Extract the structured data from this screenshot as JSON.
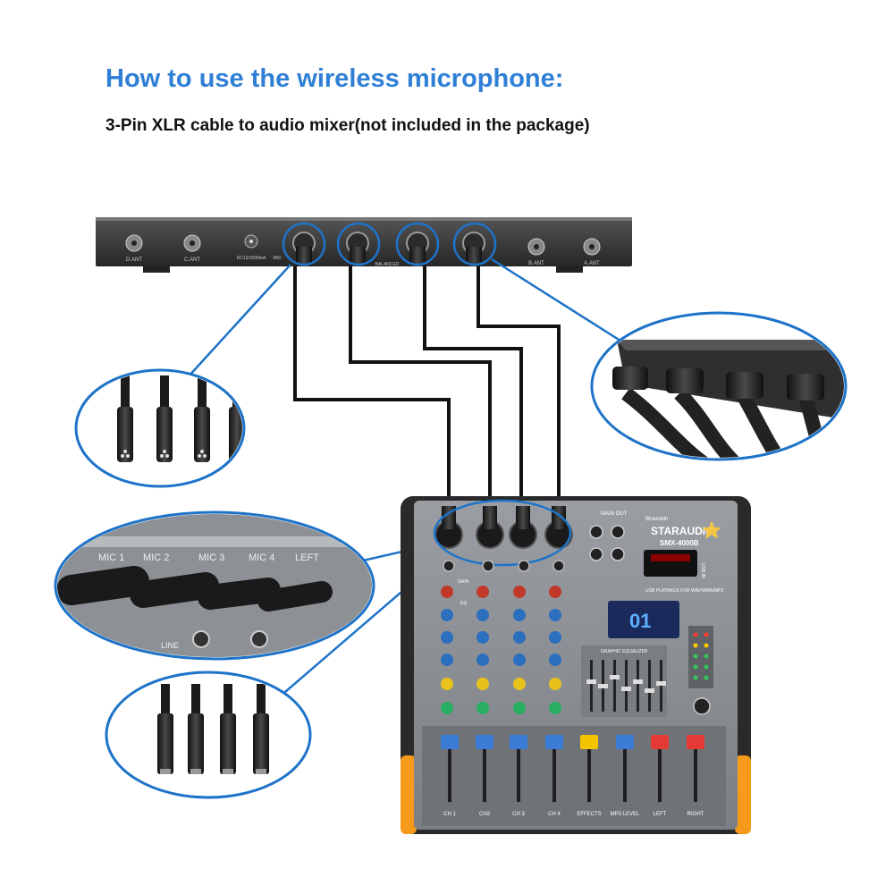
{
  "header": {
    "title": "How to use the wireless microphone:",
    "subtitle": "3-Pin XLR cable to audio mixer(not included in the package)"
  },
  "receiver": {
    "labels": [
      "D.ANT",
      "C.ANT",
      "DC12/1000mA",
      "MIX",
      "BALANCED",
      "B.ANT",
      "A.ANT"
    ]
  },
  "mixer_closeup": {
    "channel_labels": [
      "MIC 1",
      "MIC 2",
      "MIC 3",
      "MIC 4",
      "LEFT"
    ],
    "jack_label": "LINE"
  },
  "mixer": {
    "brand": "STARAUDIO",
    "model": "SMX-4000B",
    "bluetooth": "Bluetooth",
    "main_out": "MAIN OUT",
    "usb_label": "USB IN",
    "usb_caption": "USB PLAYBACK FOR WAV/WMA/MP3",
    "display_digits": "01",
    "eq_label": "EQ",
    "gain_label": "GAIN",
    "graphic_eq_label": "GRAPHIC EQUALIZER",
    "channel_strip_labels": [
      "CH 1",
      "CH2",
      "CH 3",
      "CH 4",
      "EFFECTS",
      "MP3 LEVEL",
      "LEFT",
      "RIGHT"
    ]
  },
  "colors": {
    "accent": "#2f7fd6",
    "callout": "#1e73c8",
    "orange": "#f59a1b"
  }
}
